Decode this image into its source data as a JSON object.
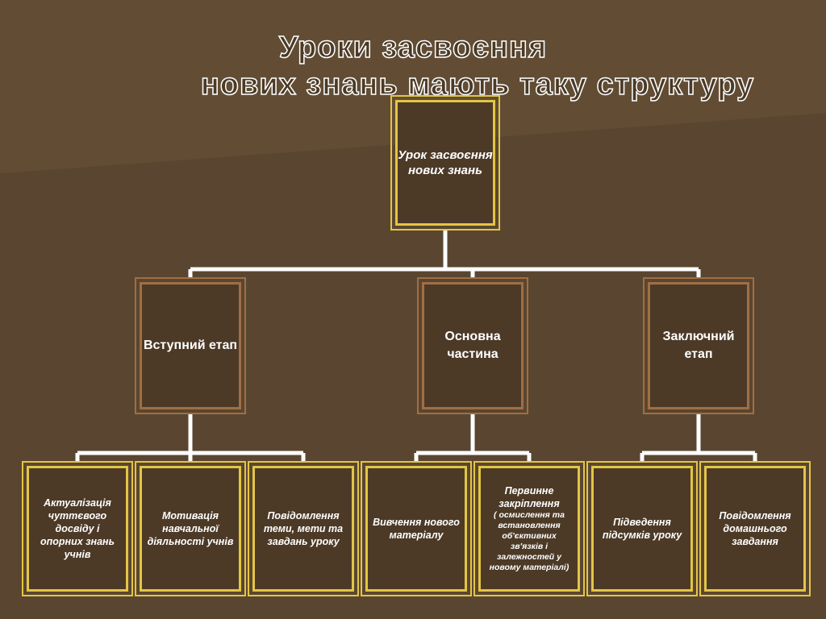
{
  "title": {
    "line1": "Уроки засвоєння",
    "line2": "нових знань мають таку структуру"
  },
  "root": {
    "label": "Урок засвоєння нових знань"
  },
  "stages": [
    {
      "label": "Вступний етап"
    },
    {
      "label": "Основна частина"
    },
    {
      "label": "Заключний етап"
    }
  ],
  "leaves": [
    {
      "label": "Актуалізація чуттєвого досвіду і опорних знань учнів"
    },
    {
      "label": "Мотивація навчальної діяльності учнів"
    },
    {
      "label": "Повідомлення теми, мети та завдань уроку"
    },
    {
      "label": "Вивчення нового матеріалу"
    },
    {
      "label": "Первинне закріплення",
      "note": "( осмислення та встановлення об'єктивних зв'язків і залежностей у новому матеріалі)"
    },
    {
      "label": "Підведення підсумків уроку"
    },
    {
      "label": "Повідомлення домашнього завдання"
    }
  ],
  "colors": {
    "background": "#5a4630",
    "gold_border": "#e3c545",
    "brown_border": "#a06f45",
    "connector": "#ffffff"
  }
}
